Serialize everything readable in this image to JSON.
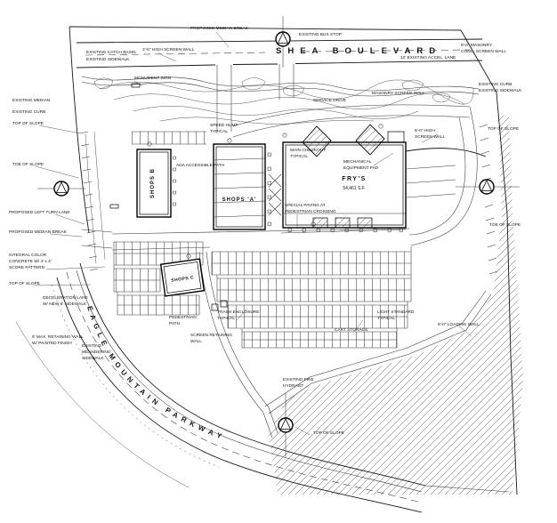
{
  "streets": {
    "shea": "SHEA BOULEVARD",
    "eagle_mountain_parkway": "EAGLE   MOUNTAIN   PARKWAY"
  },
  "buildings": {
    "shops_a": "SHOPS 'A'",
    "shops_b": "SHOPS B",
    "shops_c": "SHOPS C",
    "frys": "FRY'S",
    "frys_area": "54,461 S.F."
  },
  "labels": {
    "proposed_median_break": "PROPOSED MEDIAN BREAK",
    "existing_catch_basin": "EXISTING CATCH BASIN",
    "existing_sidewalk": "EXISTING SIDEWALK",
    "existing_curb": "EXISTING CURB",
    "existing_median": "EXISTING MEDIAN",
    "monument_sign": "MONUMENT SIGN",
    "screen_wall_26": "2'-6\" HIGH SCREEN WALL",
    "masonry_1": "8'-0\" MASONRY",
    "masonry_2": "CONC. SCREEN WALL",
    "accel_lane": "12' EXISTING ACCEL. LANE",
    "bus_stop": "EXISTING BUS STOP",
    "service_drive": "SERVICE DRIVE",
    "masonry_screen_wall": "MASONRY SCREEN WALL",
    "top_of_slope": "TOP OF SLOPE",
    "toe_of_slope": "TOE OF SLOPE",
    "left_turn": "PROPOSED LEFT TURN LANE",
    "integral_1": "INTEGRAL COLOR",
    "integral_2": "CONCRETE W/ 4' x 4'",
    "integral_3": "SCORE PATTERN",
    "decel_1": "DECELERATION LANE",
    "decel_2": "W/ NEW 6' SIDEWALK",
    "retwall_1": "8' MAX. RETAINING WALL",
    "retwall_2": "W/ PAINTED FINISH",
    "meander_1": "EXISTING",
    "meander_2": "MEANDERING",
    "meander_3": "SIDEWALK",
    "ada": "ADA ACCESSIBLE PATH",
    "speed_1": "SPEED HUMP",
    "typical": "TYPICAL",
    "checkout_1": "MAIN CHECKOUT",
    "mech_1": "MECHANICAL",
    "mech_2": "EQUIPMENT PAD",
    "paving_1": "SPECIAL PAVING AT",
    "paving_2": "PEDESTRIAN CROSSING",
    "sw60_1": "6'-0\" HIGH",
    "screen_wall": "SCREEN WALL",
    "wall": "WALL",
    "cart_storage": "CART STORAGE",
    "light_1": "LIGHT STANDARD",
    "loading_wall": "8'-0\" LOADING WALL",
    "trash_1": "TRASH ENCLOSURE",
    "sret_1": "SCREEN RETAINING",
    "ped_1": "PEDESTRIAN",
    "ped_2": "PATH",
    "hyd_1": "EXISTING FIRE",
    "hyd_2": "HYDRANT"
  }
}
